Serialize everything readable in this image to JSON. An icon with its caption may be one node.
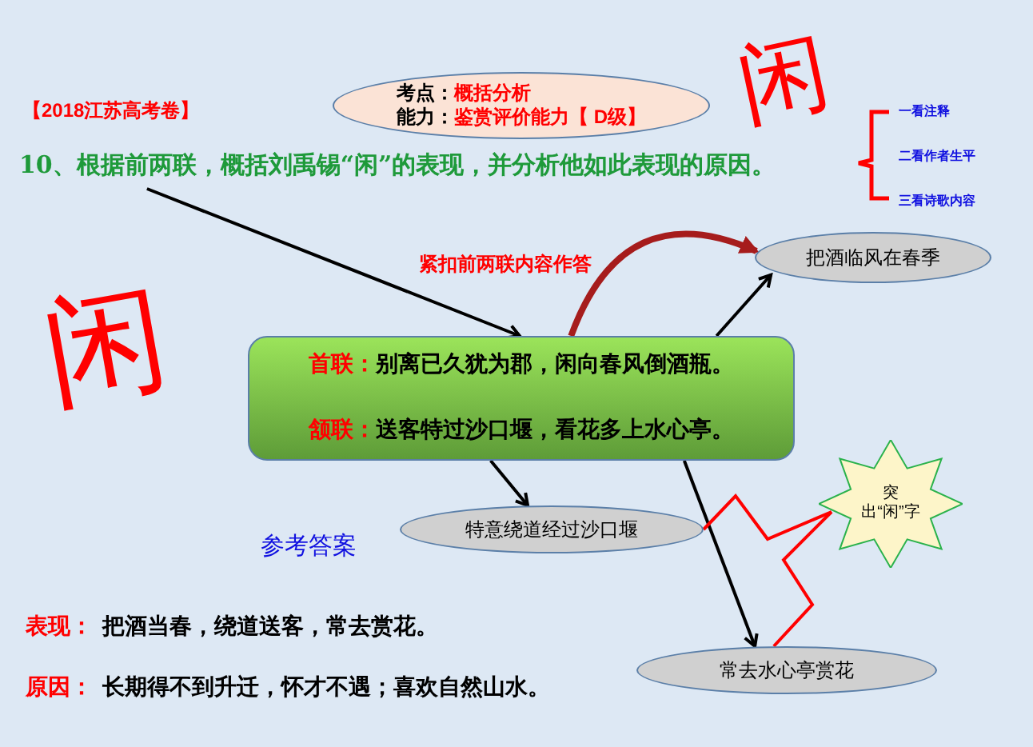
{
  "diagram": {
    "nodes": [
      {
        "text": [
          "10、根据前两联，概括刘禹锡“闲”的表现，并分析他如此表现的原因。"
        ]
      },
      {
        "text": [
          "考点：",
          "概括分析",
          "能力：",
          "鉴赏评价能力【 D级】"
        ]
      },
      {
        "text": [
          "首联：",
          "别离已久犹为郡，闲向春风倒酒瓶。",
          "颔联：",
          "送客特过沙口堰，看花多上水心亭。"
        ]
      },
      {
        "text": [
          "把酒临风在春季"
        ]
      },
      {
        "text": [
          "特意绕道经过沙口堰"
        ]
      },
      {
        "text": [
          "常去水心亭赏花"
        ]
      },
      {
        "text": [
          "突出“闲”字"
        ]
      }
    ],
    "edges": [
      {
        "from": 0,
        "to": 2,
        "arrow": "to"
      },
      {
        "from": 2,
        "to": 3,
        "arrow": "to",
        "label": "紧扣前两联内容作答",
        "style": "thick",
        "color": "#a61c1c"
      },
      {
        "from": 2,
        "to": 3,
        "arrow": "to"
      },
      {
        "from": 2,
        "to": 4,
        "arrow": "to"
      },
      {
        "from": 2,
        "to": 5,
        "arrow": "to"
      },
      {
        "from": 6,
        "to": 4,
        "arrow": "none",
        "color": "#ff0000"
      },
      {
        "from": 6,
        "to": 5,
        "arrow": "none",
        "color": "#ff0000"
      }
    ],
    "labels": [
      "【2018江苏高考卷】",
      "闲",
      "一看注释",
      "二看作者生平",
      "三看诗歌内容",
      "闲",
      "参考答案",
      "表现：",
      "把酒当春，绕道送客，常去赏花。",
      "原因：",
      "长期得不到升迁，怀才不遇；喜欢自然山水。"
    ]
  }
}
